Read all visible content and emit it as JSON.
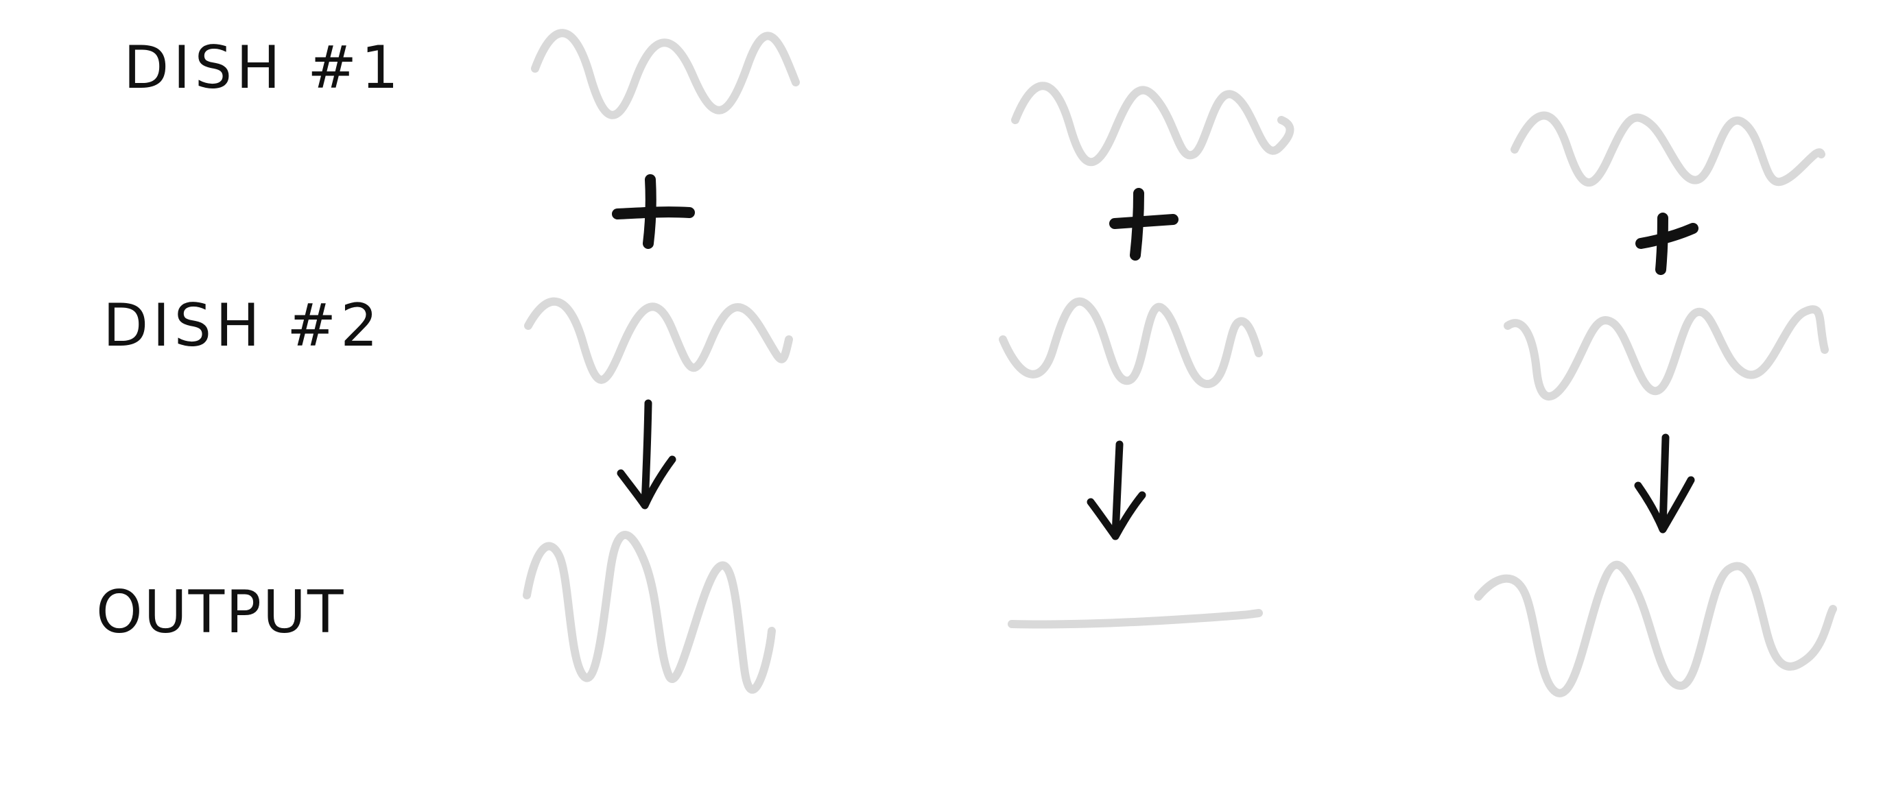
{
  "labels": {
    "dish1": "DISH #1",
    "dish2": "DISH #2",
    "output": "OUTPUT"
  },
  "columns": [
    {
      "dish1_wave": "sine",
      "dish2_wave": "sine, in phase with dish 1",
      "output_wave": "sine, larger amplitude"
    },
    {
      "dish1_wave": "sine",
      "dish2_wave": "sine, opposite phase to dish 1",
      "output_wave": "flat line"
    },
    {
      "dish1_wave": "sine",
      "dish2_wave": "sine, partially shifted from dish 1",
      "output_wave": "sine"
    }
  ],
  "colors": {
    "ink": "#111111",
    "wave": "#d9d9d9",
    "background": "#ffffff"
  },
  "icons": {
    "combine": "plus-sign",
    "result": "down-arrow"
  }
}
